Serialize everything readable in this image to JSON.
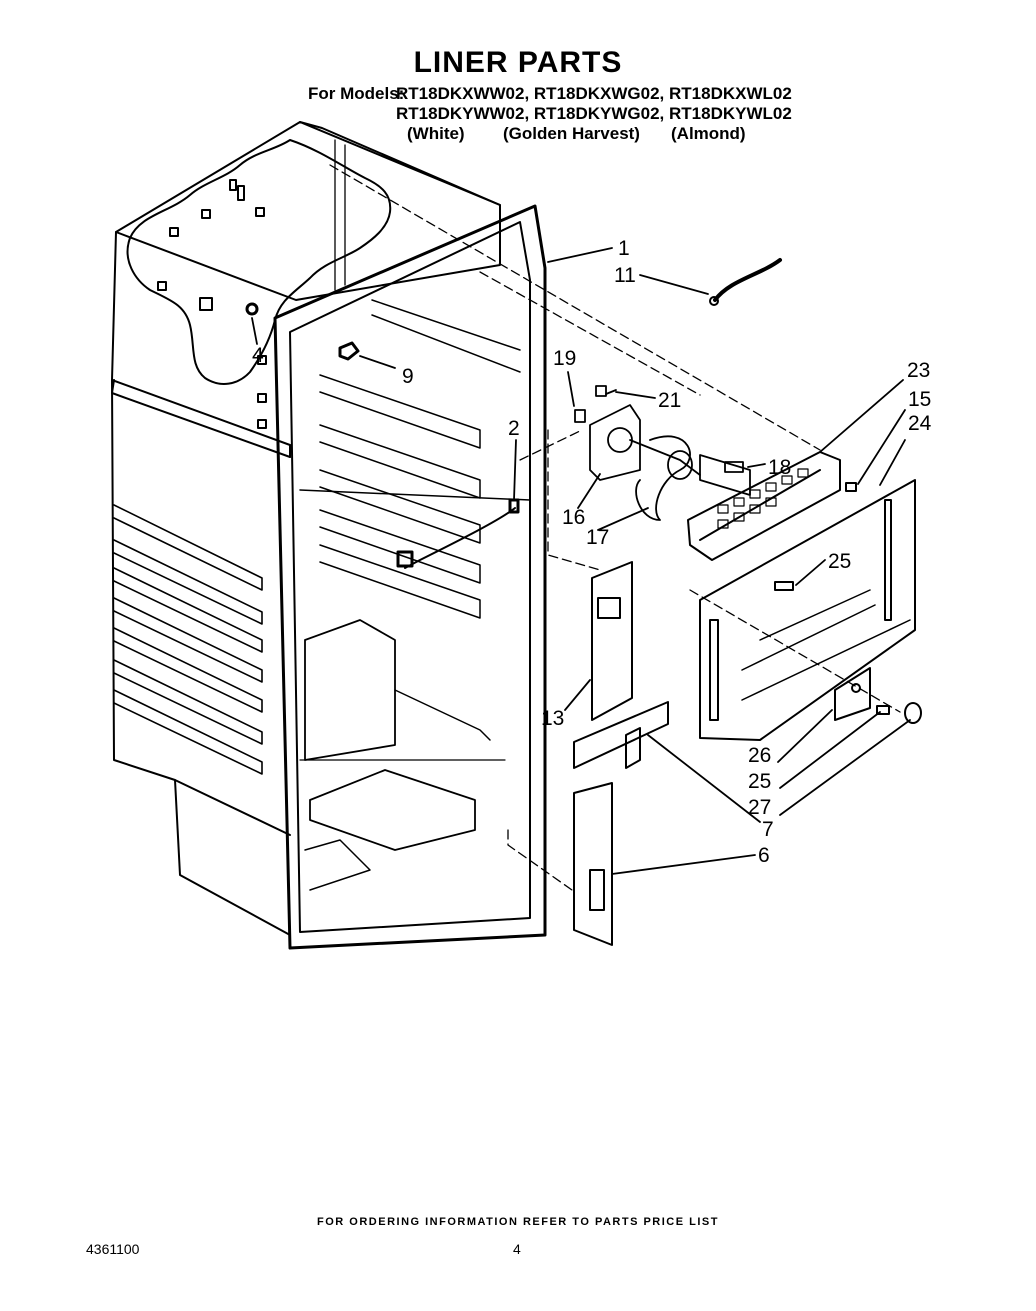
{
  "title": "LINER PARTS",
  "models": {
    "label": "For Models:",
    "row1": "RT18DKXWW02, RT18DKXWG02, RT18DKXWL02",
    "row2": "RT18DKYWW02, RT18DKYWG02, RT18DKYWL02",
    "colors": [
      "(White)",
      "(Golden Harvest)",
      "(Almond)"
    ]
  },
  "callouts": [
    "1",
    "11",
    "4",
    "9",
    "19",
    "21",
    "23",
    "15",
    "24",
    "2",
    "18",
    "16",
    "17",
    "25",
    "13",
    "26",
    "25",
    "27",
    "7",
    "6"
  ],
  "footer": {
    "note": "FOR ORDERING INFORMATION REFER TO PARTS PRICE LIST",
    "doc_number": "4361100",
    "page_number": "4"
  }
}
